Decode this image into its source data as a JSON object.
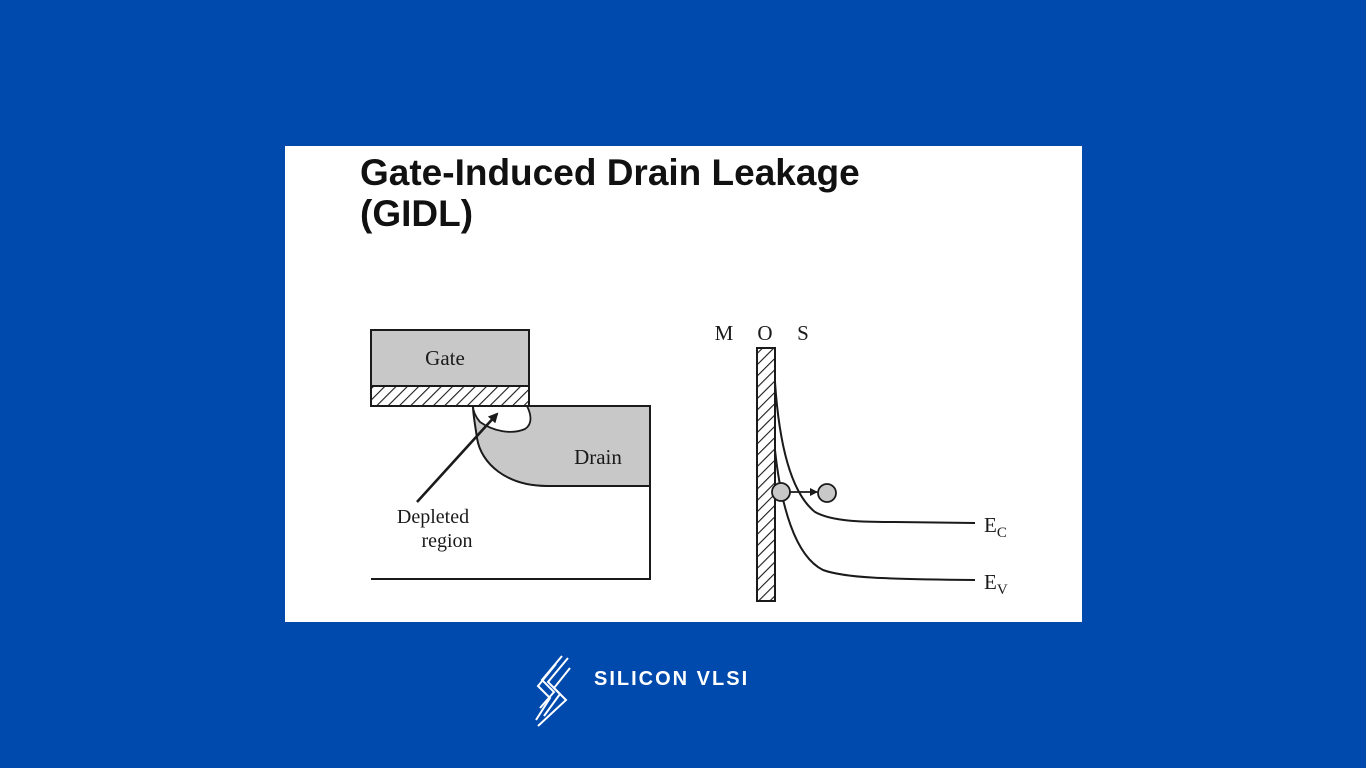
{
  "slide": {
    "title_line1": "Gate-Induced Drain Leakage",
    "title_line2": "(GIDL)"
  },
  "device_diagram": {
    "gate_label": "Gate",
    "drain_label": "Drain",
    "depleted_label_line1": "Depleted",
    "depleted_label_line2": "region"
  },
  "band_diagram": {
    "m_label": "M",
    "o_label": "O",
    "s_label": "S",
    "ec_main": "E",
    "ec_sub": "C",
    "ev_main": "E",
    "ev_sub": "V"
  },
  "brand": {
    "name": "SILICON VLSI",
    "logo_icon": "lightning-s-icon"
  },
  "colors": {
    "background": "#004aad",
    "card": "#ffffff",
    "region_fill": "#c8c8c8",
    "line": "#1a1a1a"
  }
}
